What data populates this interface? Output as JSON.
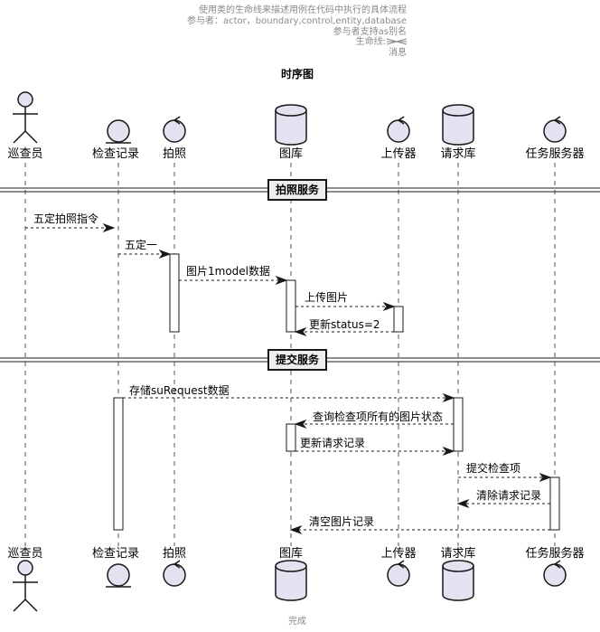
{
  "header": {
    "lines": [
      "使用类的生命线来描述用例在代码中执行的具体流程",
      "参与者：actor，boundary,control,entity,database",
      "参与者支持as别名",
      "生命线: ",
      "消息"
    ]
  },
  "title": "时序图",
  "participants": [
    {
      "id": "inspector",
      "label": "巡查员",
      "shape": "actor"
    },
    {
      "id": "record",
      "label": "检查记录",
      "shape": "entity"
    },
    {
      "id": "photo",
      "label": "拍照",
      "shape": "control"
    },
    {
      "id": "gallery",
      "label": "图库",
      "shape": "database"
    },
    {
      "id": "uploader",
      "label": "上传器",
      "shape": "control"
    },
    {
      "id": "reqdb",
      "label": "请求库",
      "shape": "database"
    },
    {
      "id": "tasksrv",
      "label": "任务服务器",
      "shape": "control"
    }
  ],
  "dividers": [
    "拍照服务",
    "提交服务"
  ],
  "messages": [
    {
      "from": "inspector",
      "to": "record",
      "label": "五定拍照指令",
      "dashed": true
    },
    {
      "from": "record",
      "to": "photo",
      "label": "五定一",
      "dashed": true
    },
    {
      "from": "photo",
      "to": "gallery",
      "label": "图片1model数据",
      "dashed": true
    },
    {
      "from": "gallery",
      "to": "uploader",
      "label": "上传图片",
      "dashed": true
    },
    {
      "from": "uploader",
      "to": "gallery",
      "label": "更新status=2",
      "dashed": true
    },
    {
      "from": "record",
      "to": "reqdb",
      "label": "存储suRequest数据",
      "dashed": true
    },
    {
      "from": "reqdb",
      "to": "gallery",
      "label": "查询检查项所有的图片状态",
      "dashed": true
    },
    {
      "from": "gallery",
      "to": "reqdb",
      "label": "更新请求记录",
      "dashed": true
    },
    {
      "from": "reqdb",
      "to": "tasksrv",
      "label": "提交检查项",
      "dashed": true
    },
    {
      "from": "tasksrv",
      "to": "reqdb",
      "label": "清除请求记录",
      "dashed": true
    },
    {
      "from": "tasksrv",
      "to": "gallery",
      "label": "清空图片记录",
      "dashed": true
    }
  ],
  "footer": "完成",
  "colors": {
    "participant_fill": "#e2e2f0",
    "stroke": "#181818",
    "header_text": "#8a8a8a"
  }
}
